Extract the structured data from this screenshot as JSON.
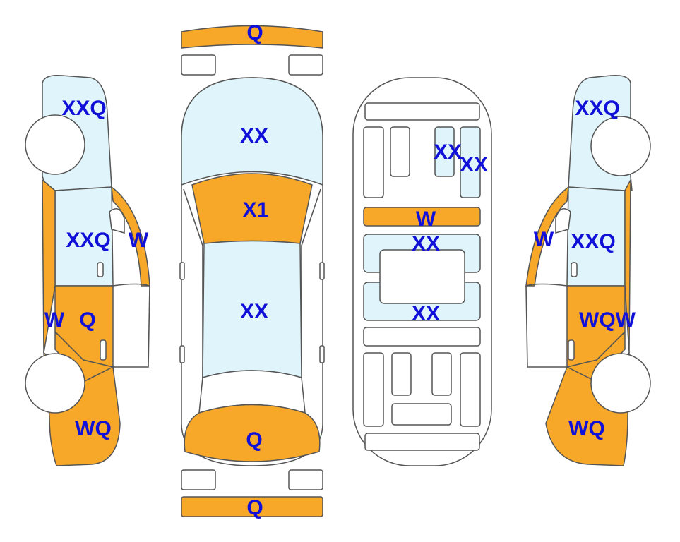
{
  "colors": {
    "damage": "#f8a828",
    "glass": "#dff5fb",
    "label": "#1010d8",
    "outline": "#555555"
  },
  "labels": {
    "front_bumper": "Q",
    "hood": "XX",
    "windshield": "X1",
    "roof": "XX",
    "trunk": "Q",
    "rear_bumper": "Q",
    "left_front_fender": "XXQ",
    "left_front_door": "XXQ",
    "left_a_pillar": "W",
    "left_rocker": "W",
    "left_rear_door": "Q",
    "left_rear_quarter": "WQ",
    "right_front_fender": "XXQ",
    "right_front_door": "XXQ",
    "right_a_pillar": "W",
    "right_rear_door": "WQW",
    "right_rear_quarter": "WQ",
    "interior_front_seat_a": "XX",
    "interior_front_seat_b": "XX",
    "interior_dash": "W",
    "interior_floor_front": "XX",
    "interior_floor_rear": "XX"
  }
}
